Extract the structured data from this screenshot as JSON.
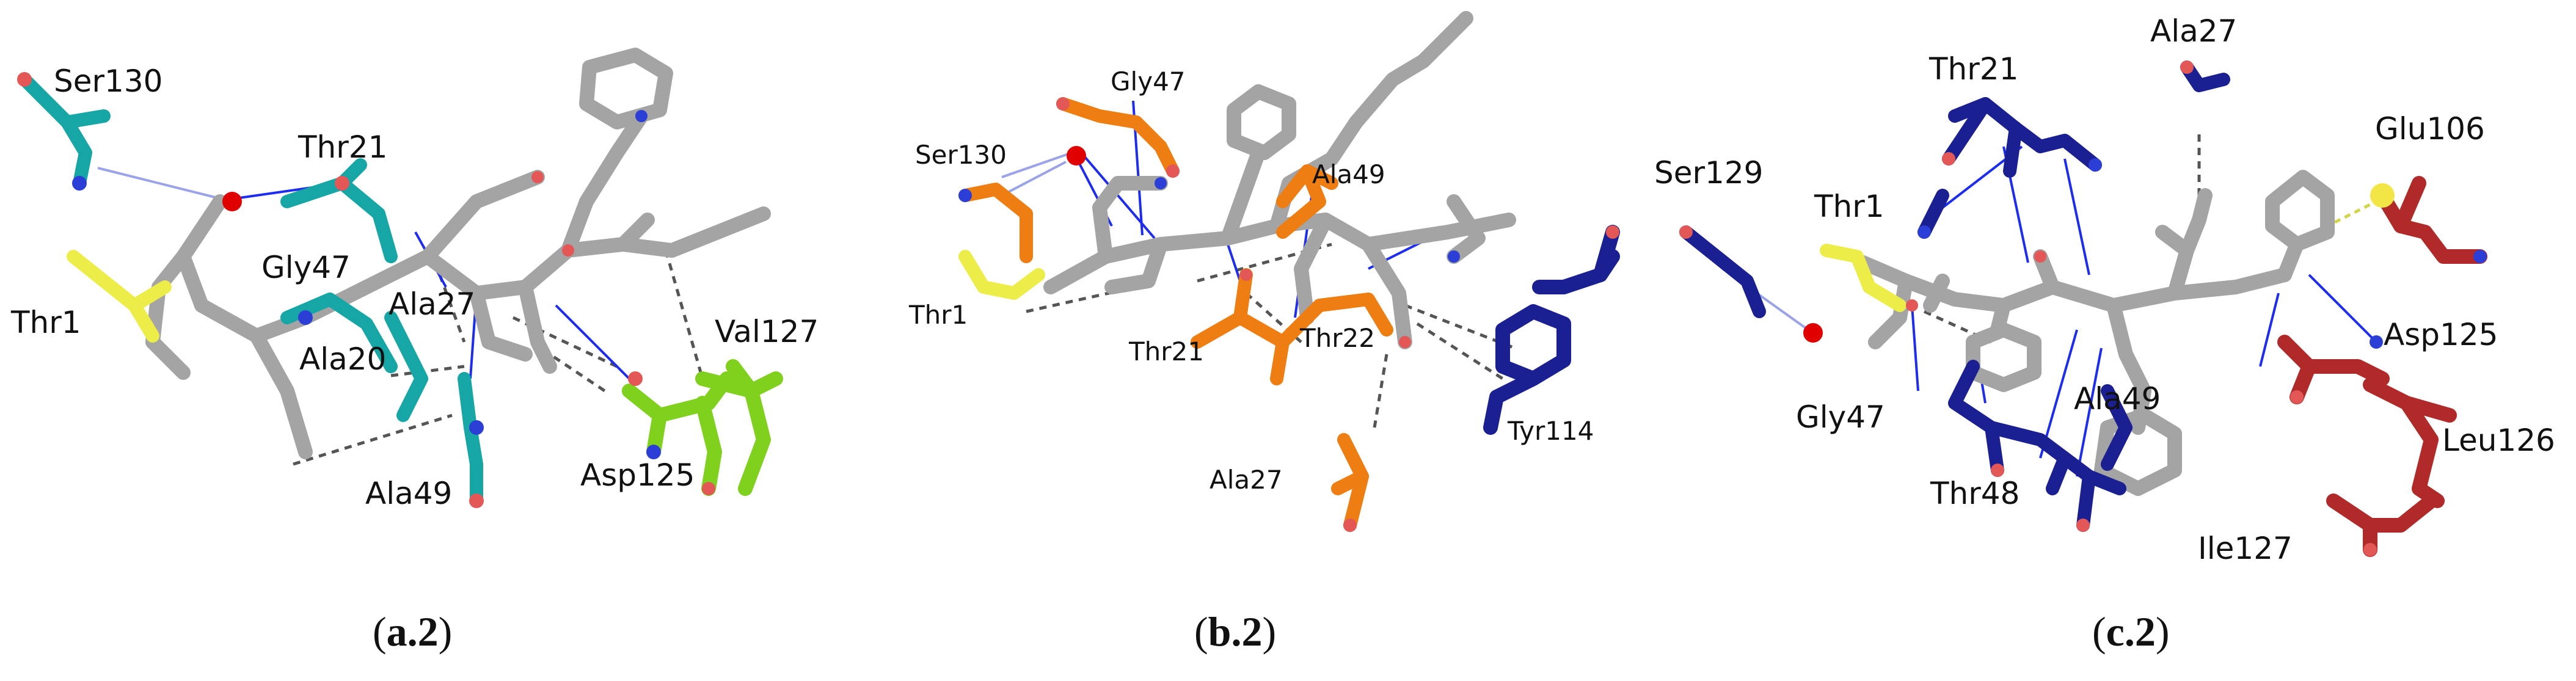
{
  "colors": {
    "ligand": "#a4a4a4",
    "ligand_dark": "#6d6d6d",
    "oxygen": "#e35757",
    "nitrogen": "#2b3fd6",
    "water": "#e00000",
    "sulfur": "#f2e646",
    "teal": "#17a6a6",
    "yellow": "#eded4a",
    "green": "#7fd11e",
    "orange": "#ee7d12",
    "navy": "#1a1f92",
    "darkred": "#b02a2a",
    "hbond": "#1c2cf0",
    "hydrophobic": "#555555"
  },
  "panels": [
    {
      "id": "a2",
      "caption_open": "(",
      "caption_bold": "a.2",
      "caption_close": ")",
      "labels": [
        "Ser130",
        "Thr21",
        "Gly47",
        "Ala27",
        "Thr1",
        "Ala20",
        "Ala49",
        "Asp125",
        "Val127"
      ]
    },
    {
      "id": "b2",
      "caption_open": "(",
      "caption_bold": "b.2",
      "caption_close": ")",
      "labels": [
        "Gly47",
        "Ser130",
        "Ala49",
        "Thr1",
        "Thr21",
        "Thr22",
        "Tyr114",
        "Ala27"
      ]
    },
    {
      "id": "c2",
      "caption_open": "(",
      "caption_bold": "c.2",
      "caption_close": ")",
      "labels": [
        "Thr21",
        "Ala27",
        "Ser129",
        "Thr1",
        "Glu106",
        "Asp125",
        "Gly47",
        "Ala49",
        "Leu126",
        "Thr48",
        "Ile127"
      ]
    }
  ]
}
